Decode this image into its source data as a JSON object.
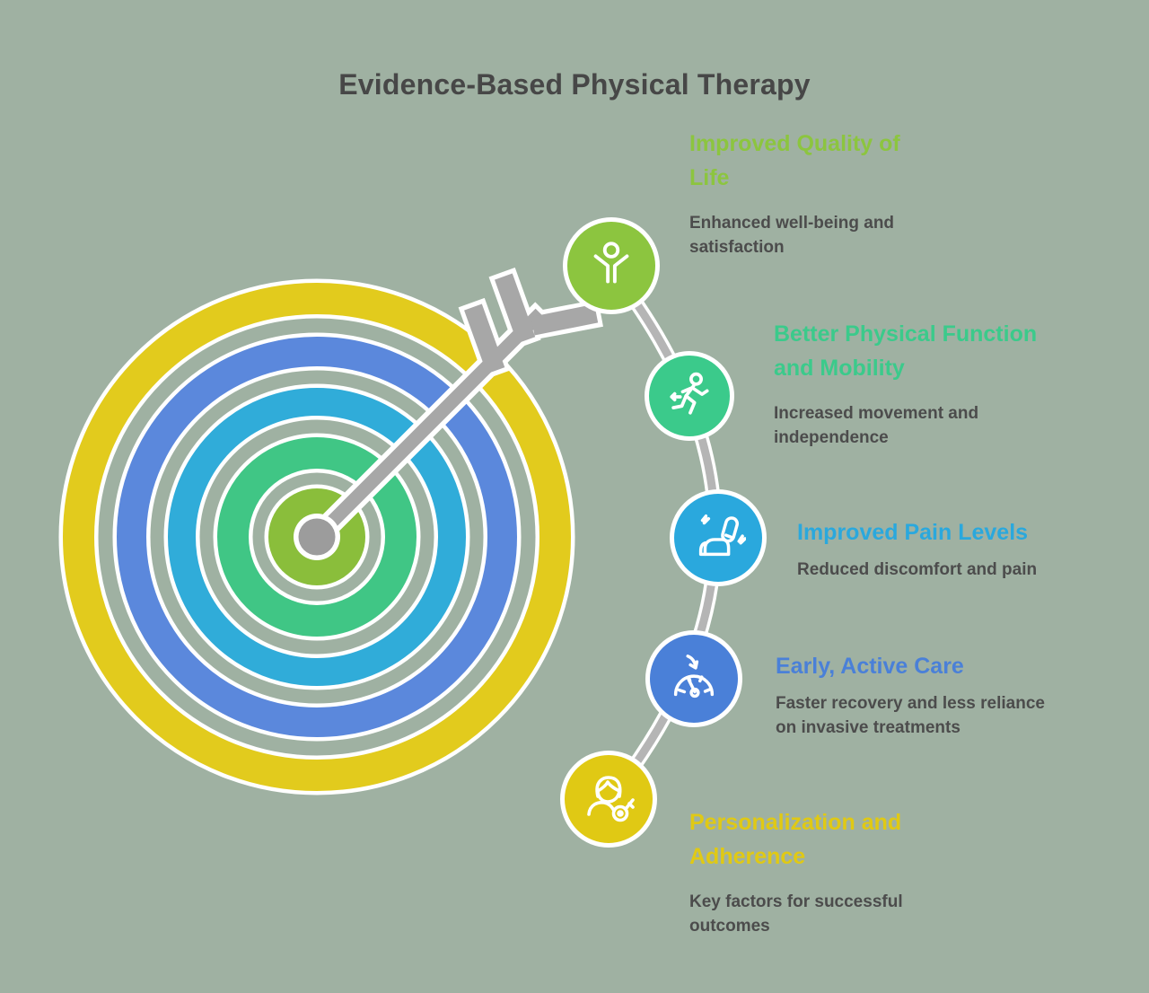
{
  "page": {
    "title": "Evidence-Based Physical Therapy",
    "background_color": "#9fb1a2",
    "title_color": "#474747",
    "description_color": "#4c4c4c"
  },
  "items": [
    {
      "heading": "Improved Quality of Life",
      "description": "Enhanced well-being and satisfaction",
      "color": "#8cc53f",
      "icon": "cheering-person-icon"
    },
    {
      "heading": "Better Physical Function and Mobility",
      "description": "Increased movement and independence",
      "color": "#3bca8b",
      "icon": "running-person-icon"
    },
    {
      "heading": "Improved Pain Levels",
      "description": "Reduced discomfort and pain",
      "color": "#2aa8dd",
      "icon": "back-pain-icon"
    },
    {
      "heading": "Early, Active Care",
      "description": "Faster recovery and less reliance on invasive treatments",
      "color": "#4a80d8",
      "icon": "gauge-icon"
    },
    {
      "heading": "Personalization and Adherence",
      "description": "Key factors for successful outcomes",
      "color": "#e0c914",
      "icon": "person-key-icon"
    }
  ],
  "target": {
    "rings": [
      {
        "name": "outer-ring",
        "color": "#e2cb1d"
      },
      {
        "name": "second-ring",
        "color": "#5b88dc"
      },
      {
        "name": "third-ring",
        "color": "#30acd9"
      },
      {
        "name": "fourth-ring",
        "color": "#40c685"
      },
      {
        "name": "bullseye",
        "color": "#8abe3b"
      }
    ],
    "arrow_color": "#a7a7a7",
    "arrow_dot_color": "#9c9c9c",
    "connector_color": "#b5b5b5",
    "outline_color": "#ffffff"
  }
}
